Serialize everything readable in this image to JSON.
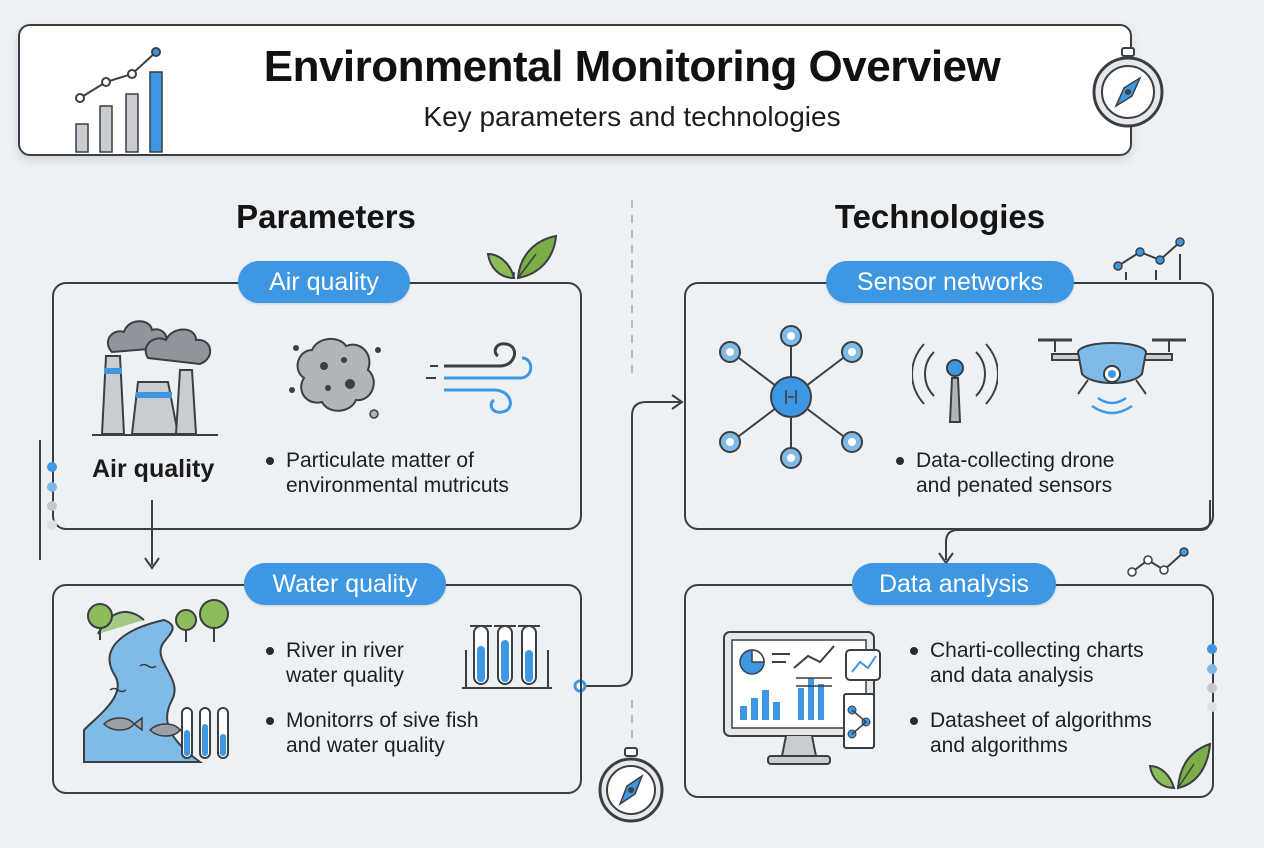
{
  "header": {
    "title": "Environmental Monitoring Overview",
    "subtitle": "Key parameters and technologies"
  },
  "parameters": {
    "heading": "Parameters",
    "air": {
      "pill": "Air quality",
      "label": "Air quality",
      "bullet_line1": "Particulate matter of",
      "bullet_line2": "environmental mutricuts"
    },
    "water": {
      "pill": "Water quality",
      "bullet1_line1": "River in river",
      "bullet1_line2": "water quality",
      "bullet2_line1": "Monitorrs of sive fish",
      "bullet2_line2": "and water quality"
    }
  },
  "technologies": {
    "heading": "Technologies",
    "sensors": {
      "pill": "Sensor networks",
      "bullet_line1": "Data-collecting drone",
      "bullet_line2": "and penated sensors"
    },
    "analysis": {
      "pill": "Data analysis",
      "bullet1_line1": "Charti-collecting charts",
      "bullet1_line2": "and data analysis",
      "bullet2_line1": "Datasheet of algorithms",
      "bullet2_line2": "and algorithms"
    }
  },
  "colors": {
    "accent": "#3d97e3",
    "outline": "#3b3f44",
    "background": "#eef1f4"
  },
  "icons": {
    "header_left": "bar-chart-icon",
    "header_right": "compass-icon",
    "air": [
      "factory-icon",
      "particulate-icon",
      "wind-icon"
    ],
    "water": [
      "river-icon",
      "test-tubes-icon"
    ],
    "sensors": [
      "sensor-network-icon",
      "signal-tower-icon",
      "drone-icon"
    ],
    "analysis": [
      "dashboard-monitor-icon"
    ],
    "decor": [
      "leaf-icon",
      "line-chart-icon",
      "compass-icon"
    ]
  }
}
